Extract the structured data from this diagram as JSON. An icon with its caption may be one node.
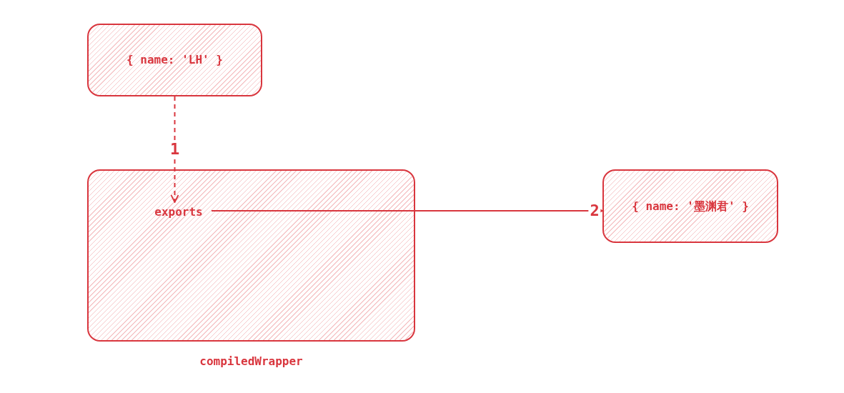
{
  "diagram": {
    "nodes": [
      {
        "text": [
          "{ name: 'LH' }"
        ]
      },
      {
        "text": [
          "compiledWrapper"
        ]
      },
      {
        "text": [
          "exports"
        ],
        "in": 1
      },
      {
        "text": [
          "{ name: '墨渊君' }"
        ]
      }
    ],
    "edges": [
      {
        "from": 0,
        "to": 2,
        "arrow": "to",
        "label": "1",
        "style": "dashed"
      },
      {
        "from": 2,
        "to": 3,
        "arrow": "to",
        "label": "2"
      }
    ]
  }
}
